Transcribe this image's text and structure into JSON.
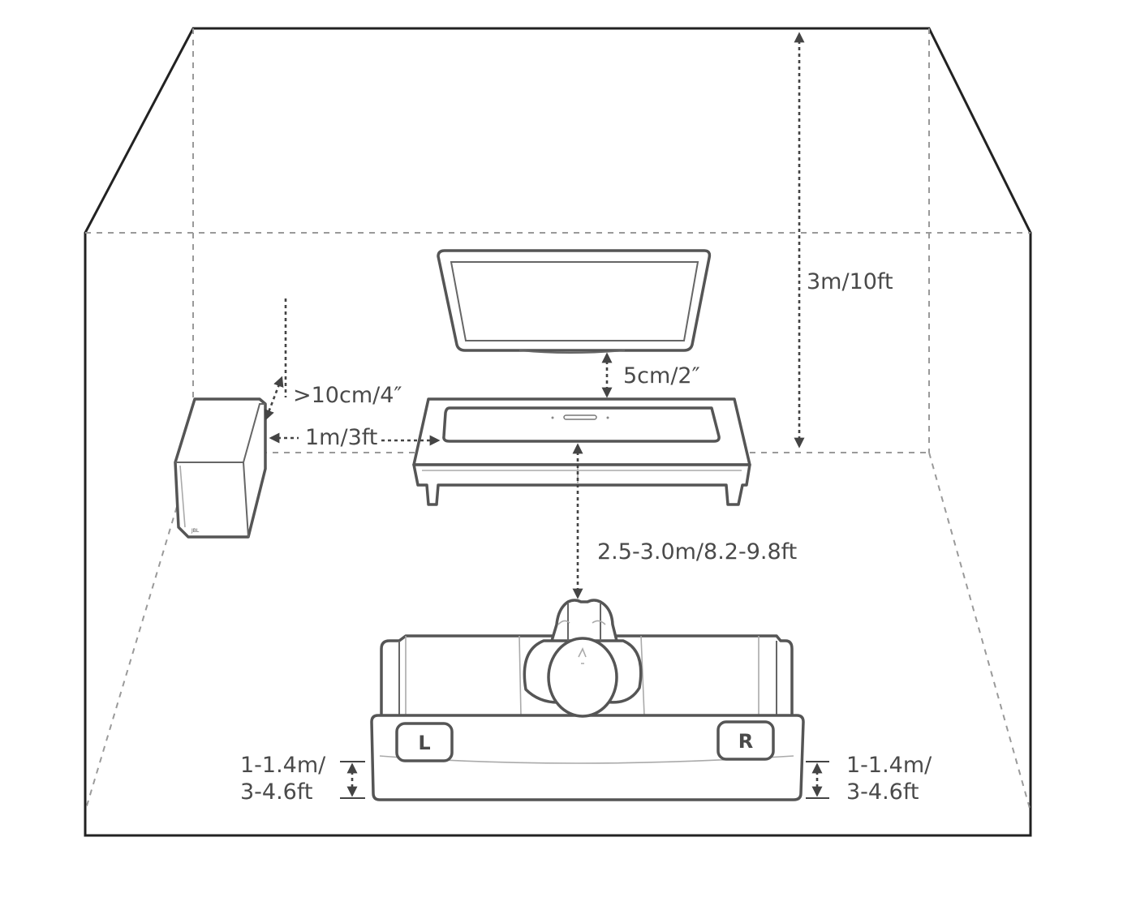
{
  "labels": {
    "ceiling_height": "3m/10ft",
    "tv_gap": "5cm/2″",
    "sub_wall_gap": ">10cm/4″",
    "sub_distance": "1m/3ft",
    "listening_distance": "2.5-3.0m/8.2-9.8ft",
    "left_height_line1": "1-1.4m/",
    "left_height_line2": "3-4.6ft",
    "right_height_line1": "1-1.4m/",
    "right_height_line2": "3-4.6ft"
  },
  "speakers": {
    "left": "L",
    "right": "R"
  }
}
